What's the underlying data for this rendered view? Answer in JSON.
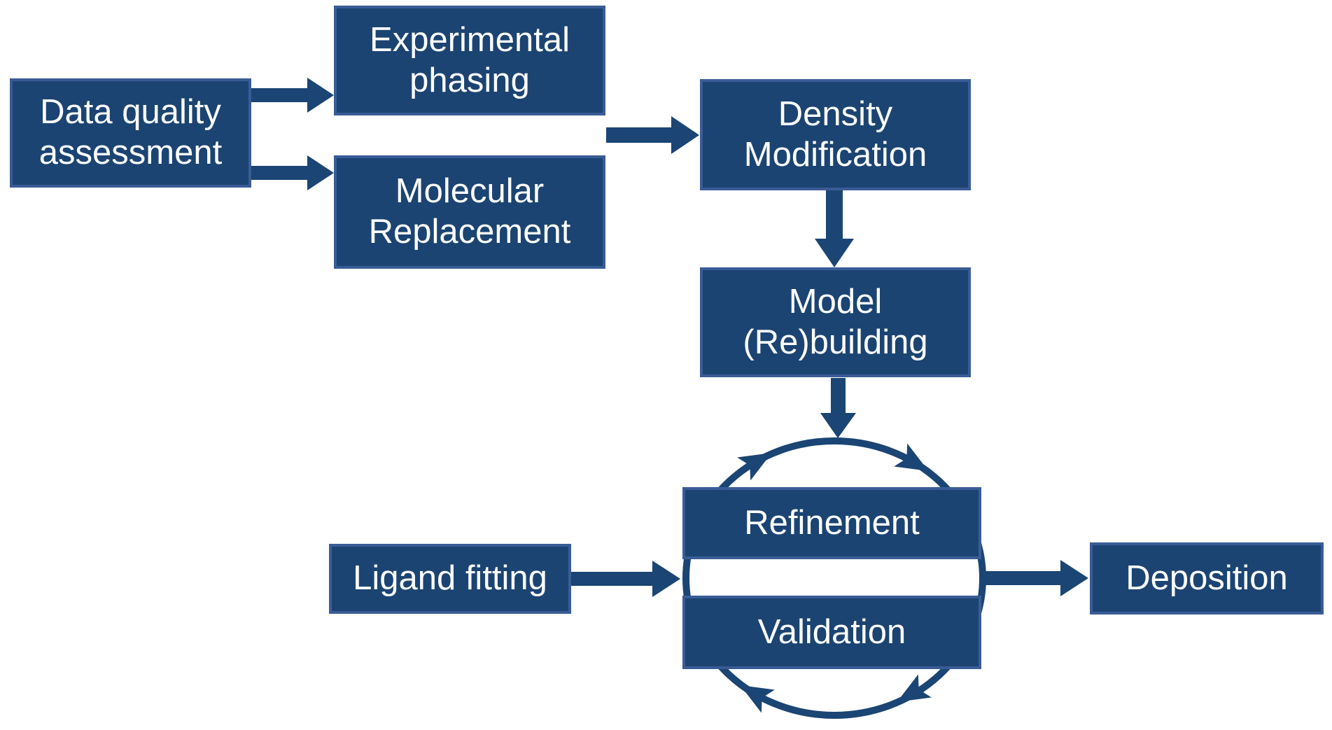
{
  "diagram": {
    "type": "flowchart",
    "background": "#FFFFFF",
    "colors": {
      "box_fill": "#1B4472",
      "box_border": "#3A5C96",
      "connector": "#1A4574",
      "text": "#FFFFFF"
    },
    "nodes": {
      "dqa": {
        "label": "Data quality\nassessment"
      },
      "exp": {
        "label": "Experimental\nphasing"
      },
      "mol": {
        "label": "Molecular\nReplacement"
      },
      "den": {
        "label": "Density\nModification"
      },
      "mod": {
        "label": "Model\n(Re)building"
      },
      "ref": {
        "label": "Refinement"
      },
      "val": {
        "label": "Validation"
      },
      "lig": {
        "label": "Ligand fitting"
      },
      "dep": {
        "label": "Deposition"
      }
    },
    "connections": [
      {
        "from": "Data quality assessment",
        "to": "Experimental phasing"
      },
      {
        "from": "Data quality assessment",
        "to": "Molecular Replacement"
      },
      {
        "from": "Experimental phasing / Molecular Replacement",
        "to": "Density Modification"
      },
      {
        "from": "Density Modification",
        "to": "Model (Re)building"
      },
      {
        "from": "Model (Re)building",
        "to": "Refinement/Validation cycle"
      },
      {
        "from": "Ligand fitting",
        "to": "Refinement/Validation cycle"
      },
      {
        "from": "Refinement/Validation cycle",
        "to": "Deposition"
      }
    ],
    "cycle": {
      "members": [
        "Refinement",
        "Validation"
      ],
      "direction": "clockwise",
      "arrowhead_count": 4
    }
  }
}
